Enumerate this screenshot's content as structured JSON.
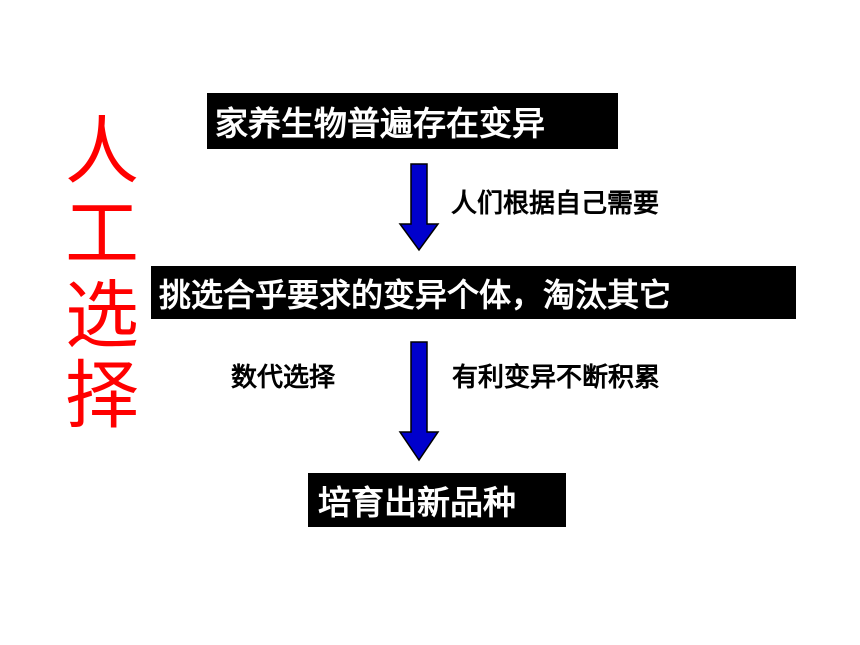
{
  "vertical_title": [
    "人",
    "工",
    "选",
    "择"
  ],
  "boxes": {
    "top": "家养生物普遍存在变异",
    "middle": "挑选合乎要求的变异个体，淘汰其它",
    "bottom": "培育出新品种"
  },
  "labels": {
    "arrow1_right": "人们根据自己需要",
    "arrow2_left": "数代选择",
    "arrow2_right": "有利变异不断积累"
  },
  "colors": {
    "title": "#ff0000",
    "box_background": "#000000",
    "box_text": "#ffffff",
    "arrow_fill": "#0000cc"
  }
}
